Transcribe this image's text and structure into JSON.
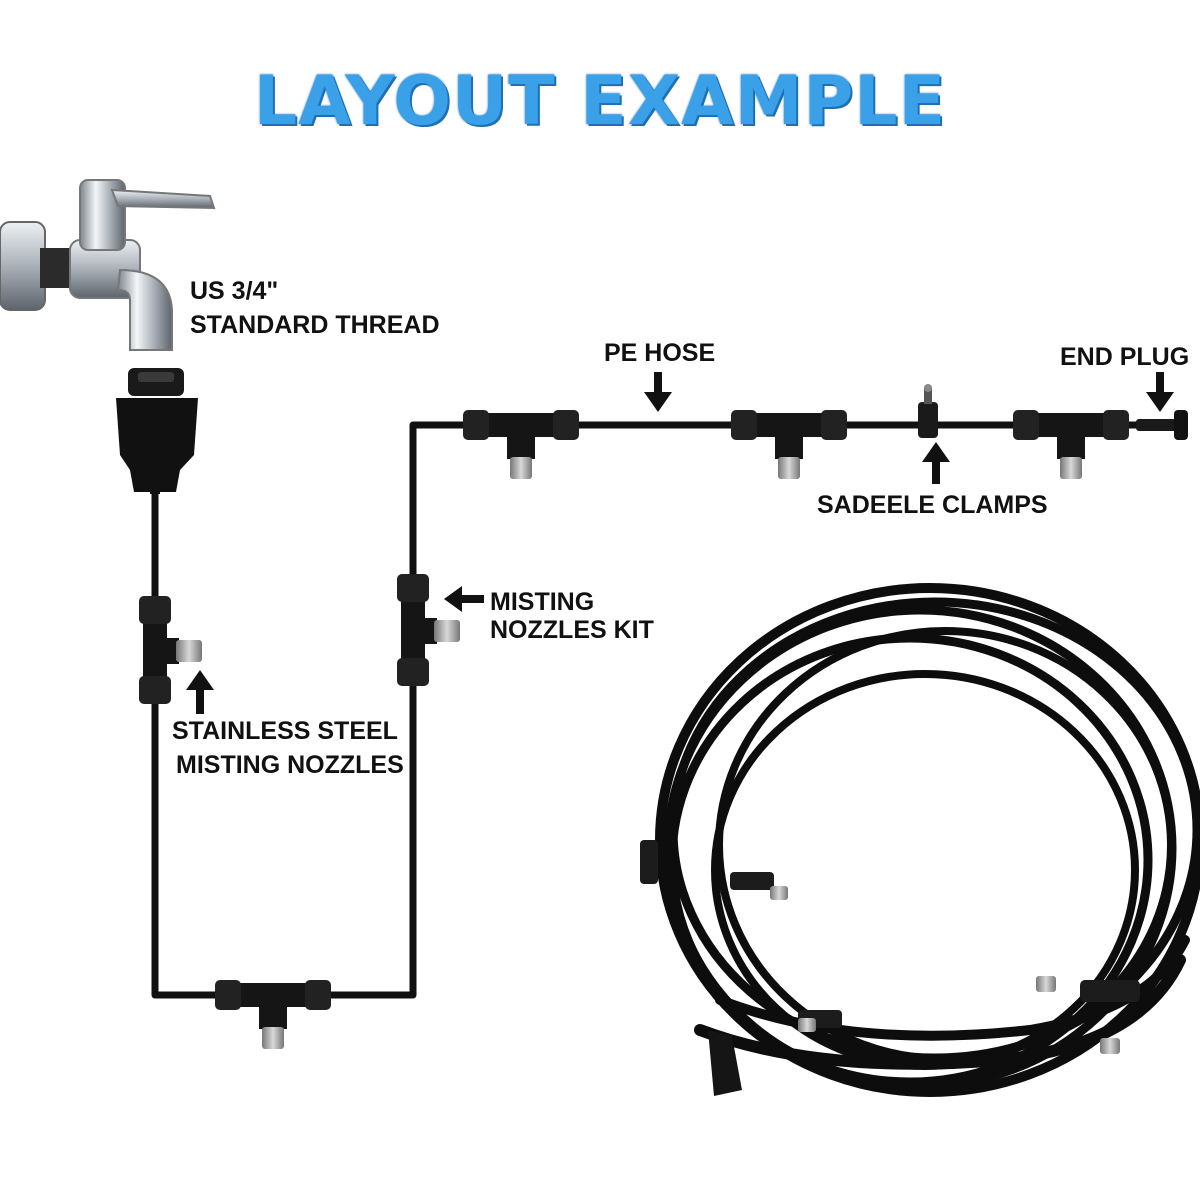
{
  "title": "LAYOUT EXAMPLE",
  "labels": {
    "thread_line1": "US 3/4\"",
    "thread_line2": "STANDARD THREAD",
    "pe_hose": "PE HOSE",
    "end_plug": "END PLUG",
    "saddle_clamps": "SADEELE CLAMPS",
    "kit_line1": "MISTING",
    "kit_line2": "NOZZLES KIT",
    "nozzle_line1": "STAINLESS STEEL",
    "nozzle_line2": "MISTING NOZZLES"
  },
  "colors": {
    "title": "#3aa0e8",
    "title_shadow": "#1d6fb8",
    "hose": "#111111",
    "nozzle": "#9a9a9a",
    "chrome": "#c9ced3"
  },
  "icons": [
    "faucet-icon",
    "quick-connector-icon",
    "tee-fitting-icon",
    "nozzle-icon",
    "saddle-clamp-icon",
    "end-plug-icon",
    "hose-coil-icon",
    "arrow-icon"
  ]
}
